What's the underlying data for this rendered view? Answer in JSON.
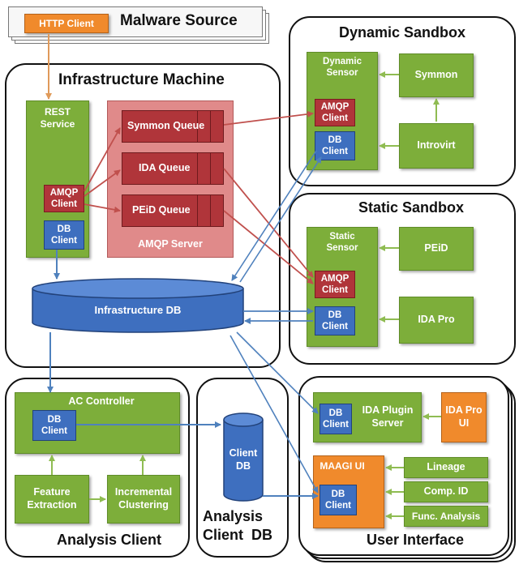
{
  "malware_source": {
    "title": "Malware Source",
    "http_client": "HTTP Client"
  },
  "infrastructure": {
    "title": "Infrastructure Machine",
    "rest_service": "REST\nService",
    "amqp_client": "AMQP\nClient",
    "db_client": "DB\nClient",
    "amqp_server": "AMQP Server",
    "queues": [
      "Symmon Queue",
      "IDA Queue",
      "PEiD Queue"
    ],
    "infra_db": "Infrastructure DB"
  },
  "dynamic_sandbox": {
    "title": "Dynamic Sandbox",
    "sensor": "Dynamic\nSensor",
    "amqp_client": "AMQP\nClient",
    "db_client": "DB\nClient",
    "symmon": "Symmon",
    "introvirt": "Introvirt"
  },
  "static_sandbox": {
    "title": "Static Sandbox",
    "sensor": "Static\nSensor",
    "amqp_client": "AMQP\nClient",
    "db_client": "DB\nClient",
    "peid": "PEiD",
    "ida_pro": "IDA Pro"
  },
  "analysis_client": {
    "title": "Analysis Client",
    "ac_controller": "AC Controller",
    "db_client": "DB\nClient",
    "feature_extraction": "Feature\nExtraction",
    "incremental_clustering": "Incremental\nClustering"
  },
  "analysis_client_db": {
    "title": "Analysis\nClient  DB",
    "client_db": "Client\nDB"
  },
  "user_interface": {
    "title": "User Interface",
    "db_client_plugin": "DB\nClient",
    "ida_plugin_server": "IDA Plugin\nServer",
    "ida_pro_ui": "IDA Pro\nUI",
    "maagi_ui": "MAAGI UI",
    "db_client_maagi": "DB\nClient",
    "lineage": "Lineage",
    "comp_id": "Comp. ID",
    "func_analysis": "Func. Analysis"
  },
  "colors": {
    "green": "#7dae3a",
    "red": "#b0353a",
    "blue": "#3e6fbf",
    "orange": "#f08a2c",
    "amqp_arrow": "#c0504d",
    "db_arrow": "#4f81bd",
    "green_arrow": "#8fbc52",
    "http_arrow": "#e09a5a"
  }
}
